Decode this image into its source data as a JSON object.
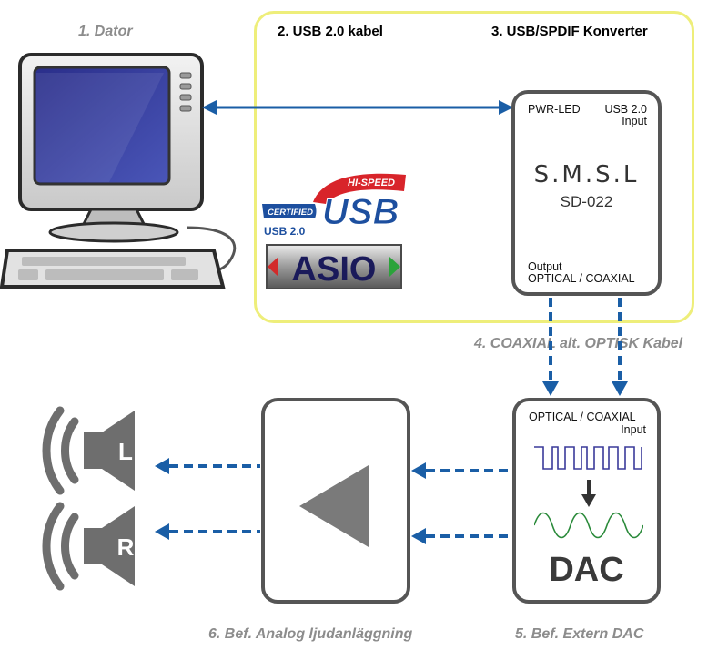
{
  "labels": {
    "computer": "1. Dator",
    "usb_cable": "2. USB 2.0 kabel",
    "converter": "3. USB/SPDIF Konverter",
    "coax_cable": "4. COAXIAL alt. OPTISK Kabel",
    "analog": "6. Bef. Analog ljudanläggning",
    "external_dac": "5. Bef. Extern DAC"
  },
  "converter_box": {
    "pwr_led": "PWR-LED",
    "usb_input_line1": "USB 2.0",
    "usb_input_line2": "Input",
    "brand": "S.M.S.L",
    "model": "SD-022",
    "output_line1": "Output",
    "output_line2": "OPTICAL / COAXIAL"
  },
  "dac_box": {
    "input_line1": "OPTICAL / COAXIAL",
    "input_line2": "Input",
    "title": "DAC"
  },
  "usb_logo": {
    "hi_speed": "HI-SPEED",
    "certified": "CERTIFIED",
    "usb": "USB",
    "usb20": "USB 2.0"
  },
  "asio_logo": {
    "text": "ASIO"
  },
  "speakers": {
    "left": "L",
    "right": "R"
  },
  "colors": {
    "highlight_border": "#eeee7a",
    "arrow_blue": "#1a5ea6",
    "box_border": "#555555",
    "label_gray": "#8c8c8c"
  }
}
